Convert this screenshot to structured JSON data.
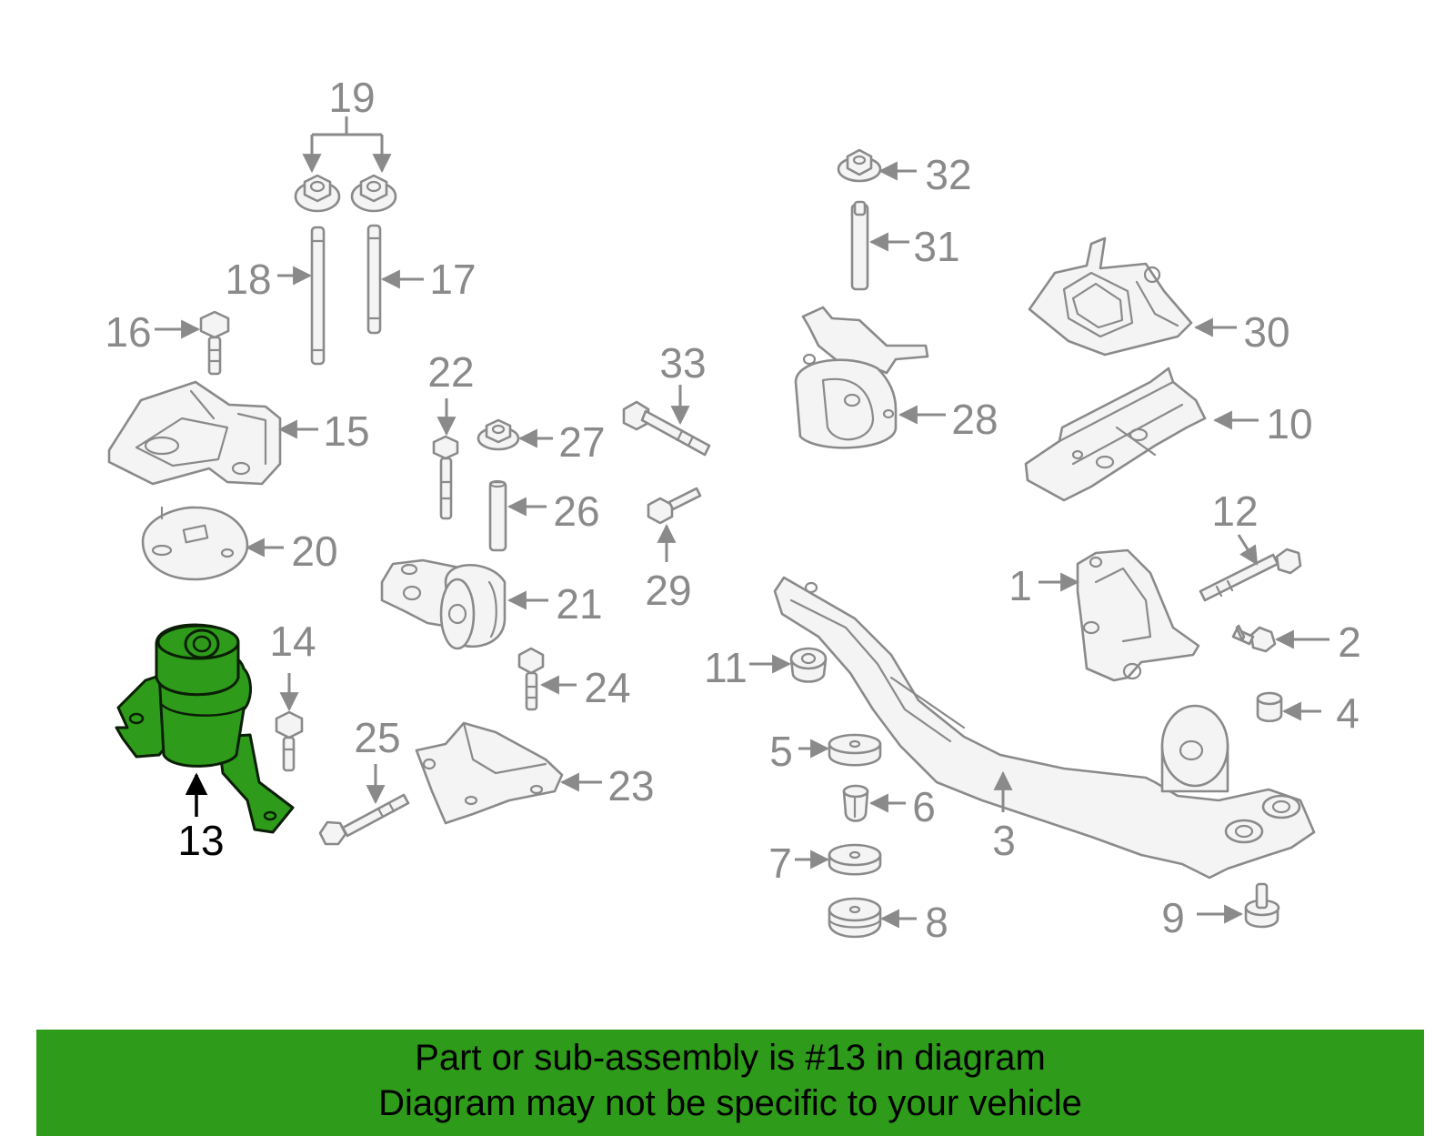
{
  "diagram": {
    "highlight_color": "#2e9b1a",
    "line_color": "#8a8a8a",
    "highlighted_part": "13",
    "callouts": {
      "c1": "1",
      "c2": "2",
      "c3": "3",
      "c4": "4",
      "c5": "5",
      "c6": "6",
      "c7": "7",
      "c8": "8",
      "c9": "9",
      "c10": "10",
      "c11": "11",
      "c12": "12",
      "c13": "13",
      "c14": "14",
      "c15": "15",
      "c16": "16",
      "c17": "17",
      "c18": "18",
      "c19": "19",
      "c20": "20",
      "c21": "21",
      "c22": "22",
      "c23": "23",
      "c24": "24",
      "c25": "25",
      "c26": "26",
      "c27": "27",
      "c28": "28",
      "c29": "29",
      "c30": "30",
      "c31": "31",
      "c32": "32",
      "c33": "33"
    }
  },
  "banner": {
    "color": "#2e9b1a",
    "line1": "Part or sub-assembly is #13 in diagram",
    "line2": "Diagram may not be specific to your vehicle"
  }
}
